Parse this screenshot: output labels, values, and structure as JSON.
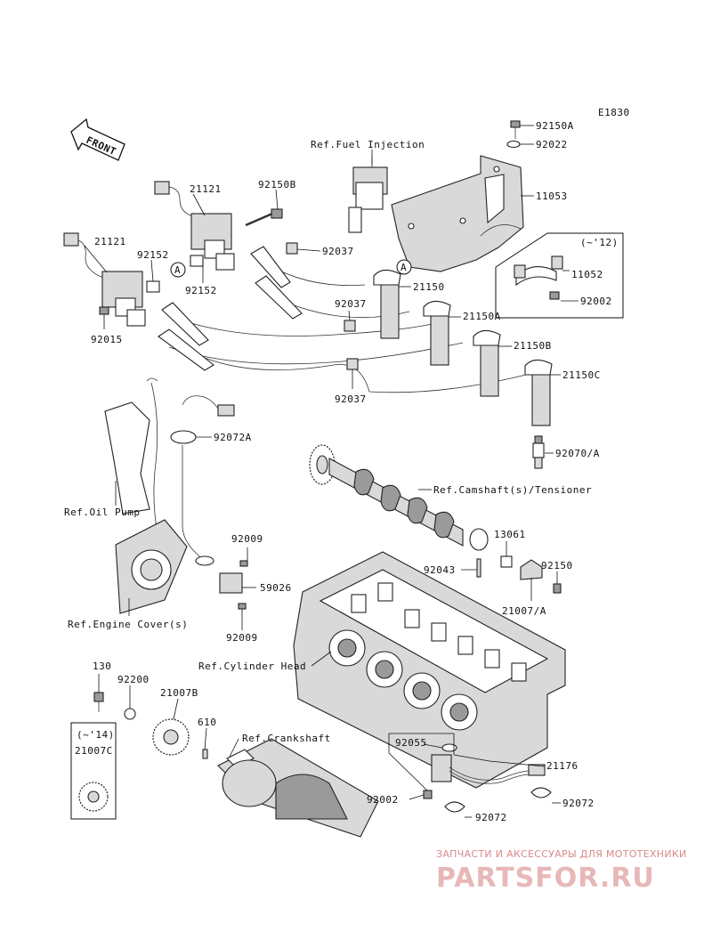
{
  "diagram": {
    "code": "E1830",
    "front_label": "FRONT",
    "callout_a": "A",
    "labels": {
      "p92150A": "92150A",
      "p92022": "92022",
      "p11053": "11053",
      "refFuel": "Ref.Fuel Injection",
      "p21121a": "21121",
      "p92150B": "92150B",
      "p21121b": "21121",
      "p92037a": "92037",
      "p92152a": "92152",
      "p92152b": "92152",
      "p21150": "21150",
      "yr12": "(~'12)",
      "p11052": "11052",
      "p92002a": "92002",
      "p92037b": "92037",
      "p21150A": "21150A",
      "p92015": "92015",
      "p21150B": "21150B",
      "p21150C": "21150C",
      "p92037c": "92037",
      "p92072A": "92072A",
      "p92070A": "92070/A",
      "refCam": "Ref.Camshaft(s)/Tensioner",
      "refOil": "Ref.Oil Pump",
      "p13061": "13061",
      "p92009a": "92009",
      "p92043": "92043",
      "p92150": "92150",
      "p59026": "59026",
      "p21007A": "21007/A",
      "refEngine": "Ref.Engine Cover(s)",
      "p92009b": "92009",
      "refCyl": "Ref.Cylinder Head",
      "p130": "130",
      "p92200": "92200",
      "p21007B": "21007B",
      "p610": "610",
      "refCrank": "Ref.Crankshaft",
      "yr14": "(~'14)",
      "p21007C": "21007C",
      "p92055": "92055",
      "p21176": "21176",
      "p92002b": "92002",
      "p92072a": "92072",
      "p92072b": "92072"
    },
    "watermark": {
      "tagline": "ЗАПЧАСТИ И АКСЕССУАРЫ ДЛЯ МОТОТЕХНИКИ",
      "logo": "PARTSFOR.RU"
    }
  }
}
